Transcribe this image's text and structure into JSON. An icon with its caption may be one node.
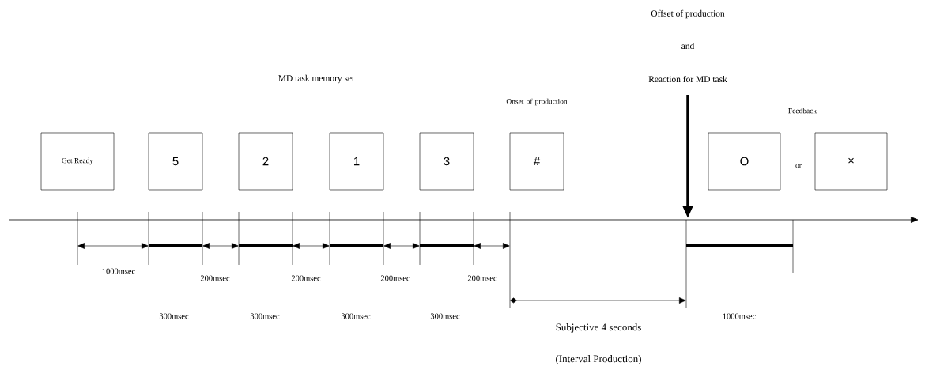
{
  "diagram": {
    "nodes": [
      {
        "text": [
          "Get Ready"
        ]
      },
      {
        "text": [
          "5"
        ]
      },
      {
        "text": [
          "2"
        ]
      },
      {
        "text": [
          "1"
        ]
      },
      {
        "text": [
          "3"
        ]
      },
      {
        "text": [
          "#"
        ],
        "beside": [
          "Onset of production"
        ]
      },
      {
        "text": [
          "O"
        ]
      },
      {
        "text": [
          "×"
        ]
      }
    ],
    "labels": [
      "Offset of production",
      "and",
      "MD task memory set",
      "Reaction for MD task",
      "Feedback",
      "or",
      "1000msec",
      "200msec",
      "200msec",
      "200msec",
      "200msec",
      "300msec",
      "300msec",
      "300msec",
      "300msec",
      "Subjective 4 seconds",
      "1000msec",
      "(Interval Production)"
    ]
  }
}
